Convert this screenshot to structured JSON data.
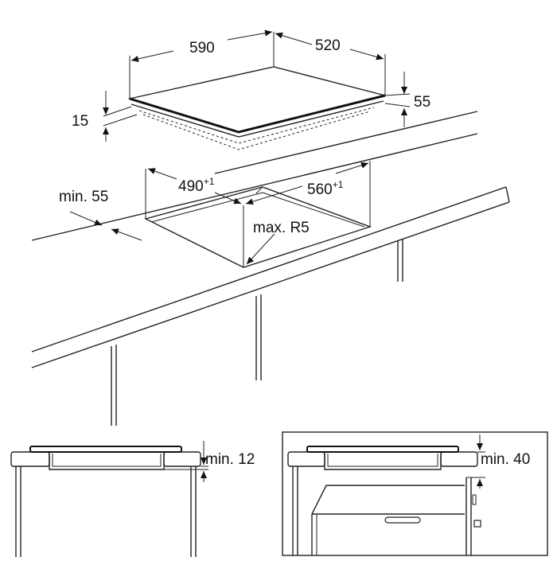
{
  "dimensions": {
    "hob_width": "590",
    "hob_depth": "520",
    "hob_height": "55",
    "frame_height": "15",
    "cutout_depth": "490",
    "cutout_depth_tol": "+1",
    "cutout_width": "560",
    "cutout_width_tol": "+1",
    "edge_distance": "min. 55",
    "corner_radius": "max. R5"
  },
  "clearances": {
    "left_detail": "min. 12",
    "right_detail": "min. 40"
  }
}
